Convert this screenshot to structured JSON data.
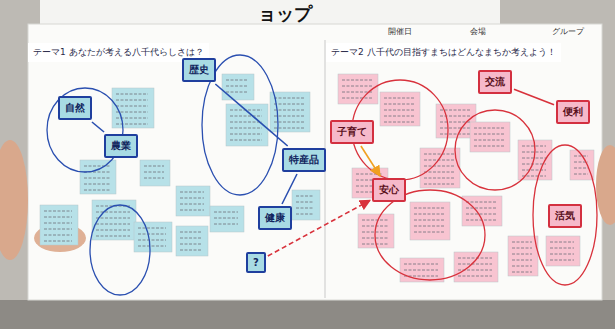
{
  "diagram": {
    "nodes": [
      {
        "text": [
          "テーマ1 あなたが考える八千代らしさは？"
        ]
      },
      {
        "text": [
          "テーマ2 八千代の目指すまちはどんなまちか考えよう！"
        ]
      },
      {
        "text": [
          "自然"
        ],
        "in": 0
      },
      {
        "text": [
          "農業"
        ],
        "in": 0
      },
      {
        "text": [
          "歴史"
        ],
        "in": 0
      },
      {
        "text": [
          "特産品"
        ],
        "in": 0
      },
      {
        "text": [
          "健康"
        ],
        "in": 0
      },
      {
        "text": [
          "?"
        ],
        "in": 0
      },
      {
        "text": [
          "子育て"
        ],
        "in": 1
      },
      {
        "text": [
          "安心"
        ],
        "in": 1
      },
      {
        "text": [
          "交流"
        ],
        "in": 1
      },
      {
        "text": [
          "便利"
        ],
        "in": 1
      },
      {
        "text": [
          "活気"
        ],
        "in": 1
      }
    ],
    "edges": [
      {
        "from": 2,
        "to": 3,
        "arrow": "none"
      },
      {
        "from": 4,
        "to": 5,
        "arrow": "none"
      },
      {
        "from": 5,
        "to": 6,
        "arrow": "none"
      },
      {
        "from": 7,
        "to": 9,
        "arrow": "to"
      },
      {
        "from": 8,
        "to": 9,
        "arrow": "to"
      },
      {
        "from": 10,
        "to": 11,
        "arrow": "none"
      }
    ],
    "labels": [
      "ョップ",
      "開催日",
      "会場",
      "グループ"
    ]
  }
}
